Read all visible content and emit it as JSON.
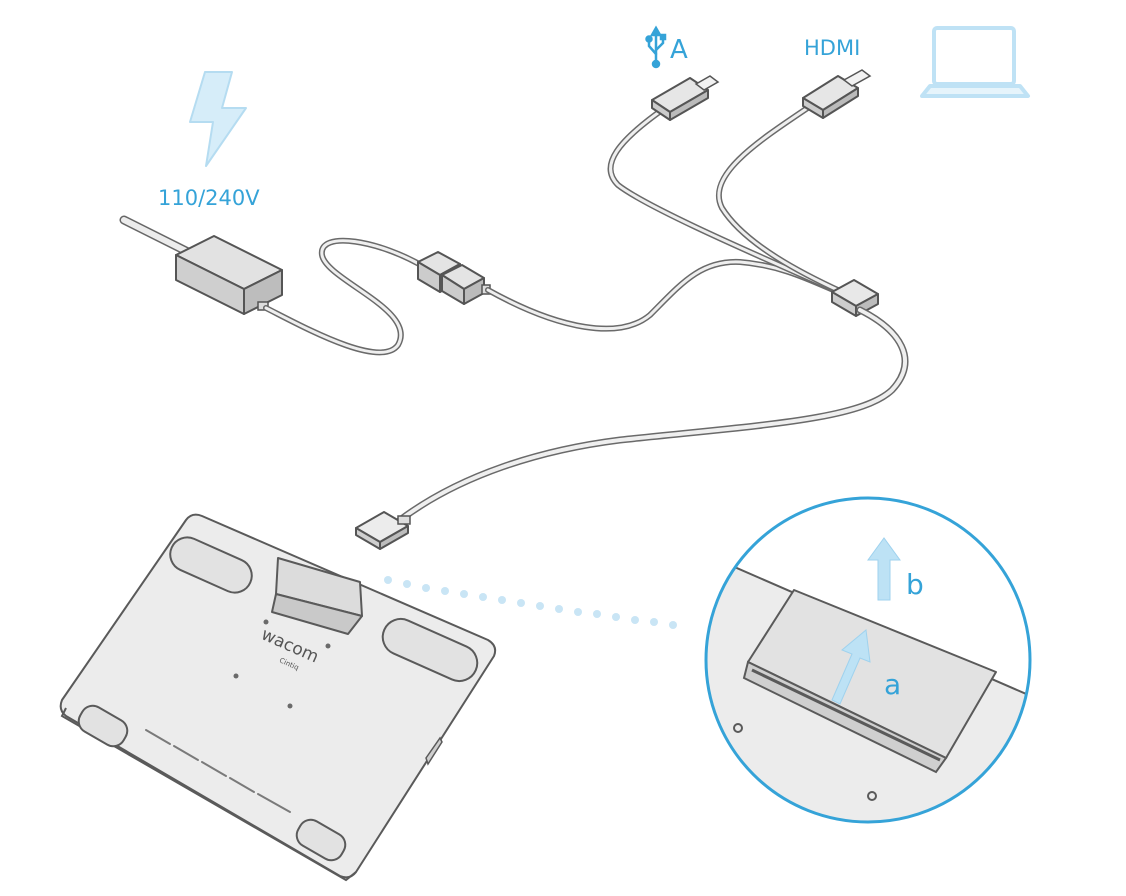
{
  "labels": {
    "power": "110/240V",
    "usb": "A",
    "hdmi": "HDMI",
    "brand": "wacom",
    "model": "Cintiq",
    "step_a": "a",
    "step_b": "b"
  },
  "colors": {
    "accent": "#35a3d8",
    "accent_light": "#c7e6f6",
    "device_fill": "#ebebeb",
    "device_stroke": "#5a5a5a",
    "cable": "#7a7a7a"
  },
  "icons": {
    "power": "lightning-bolt-icon",
    "usb": "usb-icon",
    "computer": "laptop-icon"
  }
}
